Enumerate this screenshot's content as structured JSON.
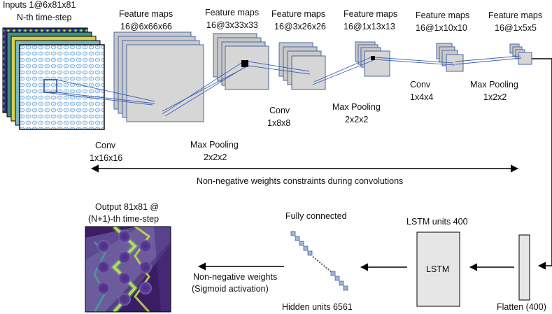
{
  "labels": {
    "inputs_title": "Inputs 1@6x81x81",
    "inputs_sub": "N-th time-step",
    "fm1_title": "Feature maps",
    "fm1_dims": "16@6x66x66",
    "fm2_title": "Feature maps",
    "fm2_dims": "16@3x33x33",
    "fm3_title": "Feature maps",
    "fm3_dims": "16@3x26x26",
    "fm4_title": "Feature maps",
    "fm4_dims": "16@1x13x13",
    "fm5_title": "Feature maps",
    "fm5_dims": "16@1x10x10",
    "fm6_title": "Feature maps",
    "fm6_dims": "16@1x5x5",
    "op1_name": "Conv",
    "op1_kernel": "1x16x16",
    "op2_name": "Max Pooling",
    "op2_kernel": "2x2x2",
    "op3_name": "Conv",
    "op3_kernel": "1x8x8",
    "op4_name": "Max Pooling",
    "op4_kernel": "2x2x2",
    "op5_name": "Conv",
    "op5_kernel": "1x4x4",
    "op6_name": "Max Pooling",
    "op6_kernel": "1x2x2",
    "constraint": "Non-negative weights constraints during convolutions",
    "output_title": "Output 81x81 @",
    "output_sub": "(N+1)-th time-step",
    "fully_connected": "Fully connected",
    "lstm_units": "LSTM units 400",
    "lstm_box": "LSTM",
    "flatten": "Flatten (400)",
    "hidden_units": "Hidden units 6561",
    "nonneg_line1": "Non-negative weights",
    "nonneg_line2": "(Sigmoid activation)"
  },
  "colors": {
    "line_blue": "#3f63b3",
    "map_fill": "#d6d6d6",
    "heat_dark": "#3b1d63",
    "heat_bright": "#e6e43a"
  },
  "icons": {
    "input_stack": "wave-field-stack",
    "output_image": "heatmap-output"
  }
}
